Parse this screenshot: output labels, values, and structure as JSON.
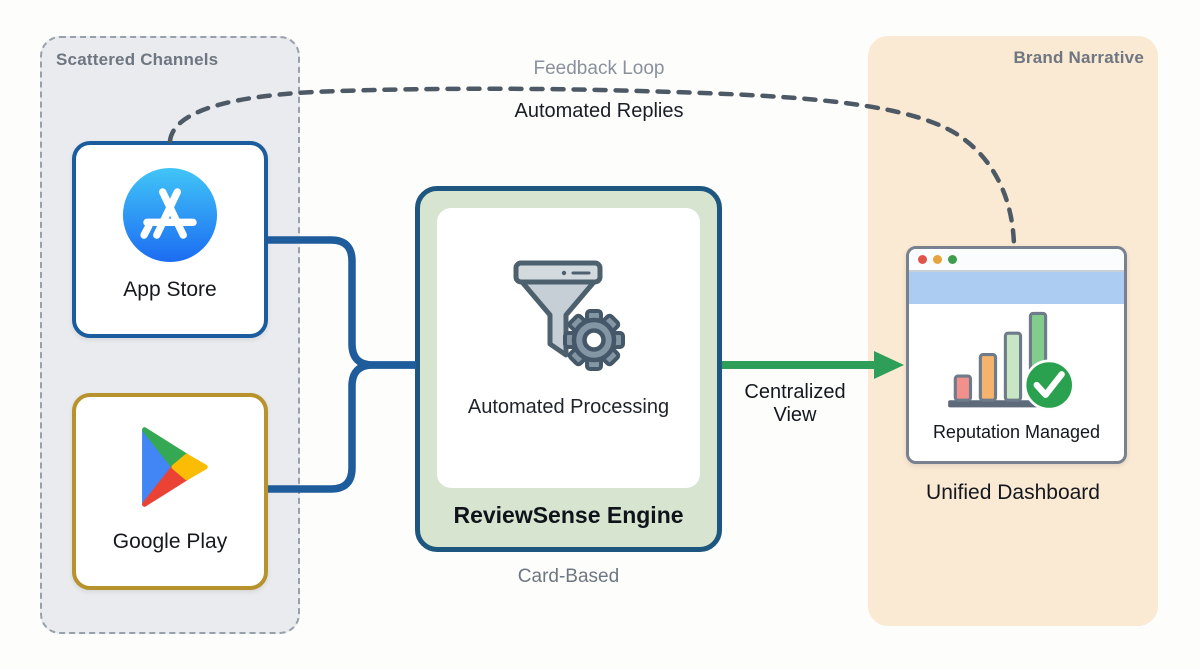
{
  "diagram": {
    "feedback_loop": {
      "label_top": "Feedback Loop",
      "label_bottom": "Automated Replies"
    },
    "left_panel": {
      "title": "Scattered Channels",
      "items": [
        {
          "label": "App Store",
          "icon": "app-store-icon"
        },
        {
          "label": "Google Play",
          "icon": "google-play-icon"
        }
      ]
    },
    "engine": {
      "inner_label": "Automated Processing",
      "title": "ReviewSense Engine",
      "caption": "Card-Based",
      "icon": "funnel-gear-icon"
    },
    "centralized_arrow": {
      "label_line1": "Centralized",
      "label_line2": "View"
    },
    "right_panel": {
      "title": "Brand Narrative",
      "browser": {
        "label": "Reputation Managed",
        "icon": "bar-chart-check-icon"
      },
      "caption": "Unified Dashboard"
    },
    "colors": {
      "left_panel_fill": "#e9ebee",
      "left_panel_border": "#98a0ab",
      "app_store_border": "#1b5c9e",
      "google_play_border": "#b8922d",
      "engine_border": "#1d567f",
      "engine_fill": "#d6e4d0",
      "connector_blue": "#1e5c9b",
      "arrow_green": "#2f9e58",
      "feedback_dash": "#4d5a66",
      "right_panel_fill": "#fae9d3",
      "browser_band_blue": "#accdf1",
      "check_green": "#2aa14f",
      "bar_colors": [
        "#f2918c",
        "#f6b36e",
        "#c8e6c4",
        "#82cc8e"
      ],
      "traffic_lights": [
        "#e0534a",
        "#e8a33d",
        "#3f9e4d"
      ]
    }
  }
}
